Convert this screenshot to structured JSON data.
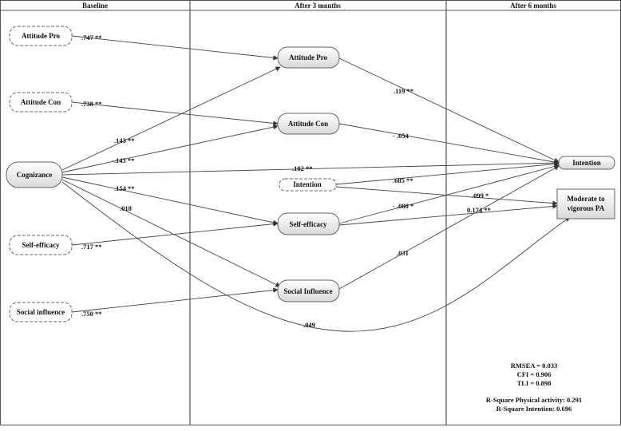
{
  "headers": {
    "baseline": "Baseline",
    "three_months": "After 3 months",
    "six_months": "After 6 months"
  },
  "nodes": {
    "b_att_pro": "Attitude Pro",
    "b_att_con": "Attitude Con",
    "b_cognizance": "Cognizance",
    "b_self_efficacy": "Self-efficacy",
    "b_social_influence": "Social influence",
    "m3_att_pro": "Attitude Pro",
    "m3_att_con": "Attitude Con",
    "m3_intention": "Intention",
    "m3_self_efficacy": "Self-efficacy",
    "m3_social_influence": "Social Influence",
    "m6_intention": "Intention",
    "m6_pa_line1": "Moderate to",
    "m6_pa_line2": "vigorous PA"
  },
  "coefficients": {
    "att_pro_stability": ".747 **",
    "att_con_stability": ".738 **",
    "self_efficacy_stability": ".717 **",
    "social_influence_stability": ".750 **",
    "cog_to_att_pro": ".143 **",
    "cog_to_att_con": "-.143 **",
    "cog_to_intention": ".102 **",
    "cog_to_self_efficacy": ".154 **",
    "cog_to_social_influence": ".018",
    "cog_to_pa": ".049",
    "att_pro_to_intention": ".119 **",
    "att_con_to_intention": "- .054",
    "intention_stability": ".685 **",
    "intention_to_pa": ".099 *",
    "self_efficacy_to_intention": "- .080 *",
    "self_efficacy_to_pa": "0.174 **",
    "social_influence_to_intention": ".031"
  },
  "fit": {
    "rmsea": "RMSEA = 0.033",
    "cfi": "CFI = 0.906",
    "tli": "TLI = 0.898",
    "r2_pa": "R-Square Physical activity: 0.291",
    "r2_intention": "R-Square Intention: 0.696"
  },
  "colors": {
    "line": "#444444",
    "node_fill_top": "#ffffff",
    "node_fill_bottom": "#d9d9d9",
    "frame": "#555555"
  }
}
